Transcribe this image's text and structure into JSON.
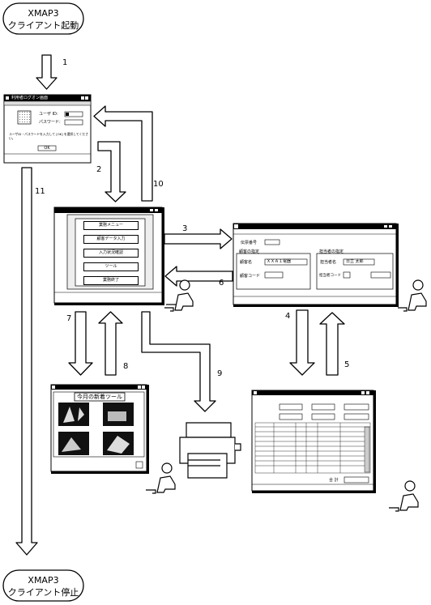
{
  "start": {
    "line1": "XMAP3",
    "line2": "クライアント起動"
  },
  "end": {
    "line1": "XMAP3",
    "line2": "クライアント停止"
  },
  "arrow_labels": [
    "1",
    "2",
    "3",
    "4",
    "5",
    "6",
    "7",
    "8",
    "9",
    "10",
    "11"
  ],
  "login": {
    "title": "利用者ログオン画面",
    "user_label": "ユーザ ID:",
    "password_label": "パスワード:",
    "message": "ユーザID・パスワードを入力して [OK] を選択してください。",
    "ok_label": "OK"
  },
  "menu": {
    "items": [
      "業務メニュー",
      "顧客データ入力",
      "入力状況確認",
      "ツール",
      "業務終了"
    ]
  },
  "order": {
    "field_order_no": "伝票番号",
    "section_customer": "顧客の指定",
    "field_customer_name": "顧客名",
    "customer_value": "ＸＸＡ１電器",
    "field_customer_code": "顧客コード",
    "section_staff": "担当者の指定",
    "field_staff_name": "担当者名",
    "staff_value": "日立 太郎",
    "field_staff_code": "担当者コード"
  },
  "promo": {
    "title": "今月の新着ツール"
  },
  "sales": {
    "total_label": "合 計"
  }
}
